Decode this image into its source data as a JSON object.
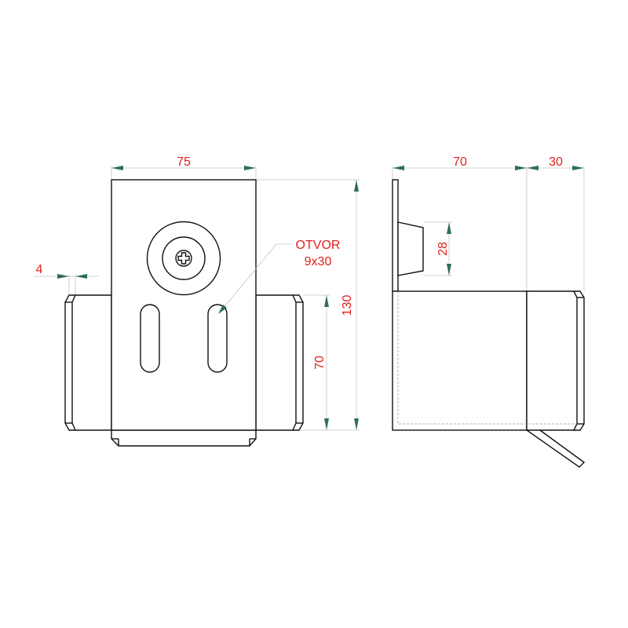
{
  "front_view": {
    "dim_width": "75",
    "dim_height": "130",
    "dim_flange_height": "70",
    "dim_thickness": "4",
    "hole_label_line1": "OTVOR",
    "hole_label_line2": "9x30"
  },
  "side_view": {
    "dim_depth": "70",
    "dim_flange": "30",
    "dim_spacer": "28"
  },
  "colors": {
    "dimension_text": "#e0201c",
    "arrow": "#2f6e55",
    "outline": "#111111"
  }
}
